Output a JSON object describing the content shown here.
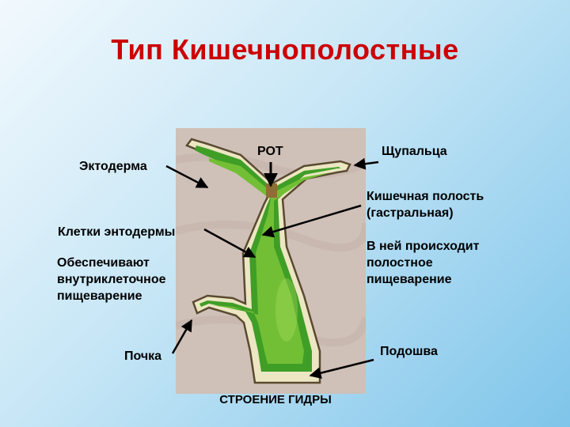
{
  "title": "Тип Кишечнополостные",
  "figure_caption": "СТРОЕНИЕ ГИДРЫ",
  "labels": {
    "ectoderm": "Эктодерма",
    "mouth": "РОТ",
    "tentacles": "Щупальца",
    "cavity": [
      "Кишечная полость",
      "(гастральная)"
    ],
    "cavity_note": [
      "В ней происходит",
      "полостное",
      "пищеварение"
    ],
    "endoderm_cells": "Клетки энтодермы",
    "endoderm_note": [
      "Обеспечивают",
      "внутриклеточное",
      "пищеварение"
    ],
    "bud": "Почка",
    "sole": "Подошва"
  },
  "colors": {
    "title": "#cc0000",
    "endoderm": "#3f9e26",
    "cavity": "#72bf35",
    "ectoderm": "#ece6c2",
    "photo_background": "#cfc0b8"
  }
}
